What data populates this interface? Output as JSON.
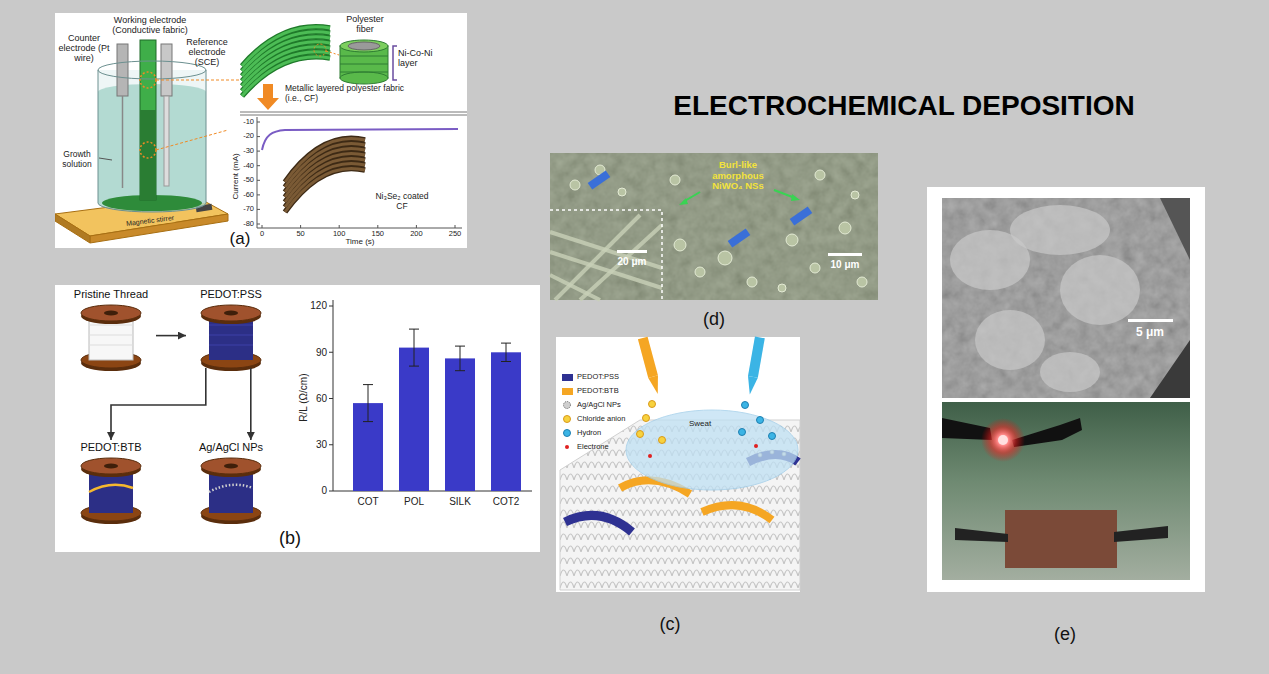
{
  "diagram": {
    "title": "ELECTROCHEMICAL DEPOSITION",
    "nodes": [
      {
        "text": [
          "(a)"
        ]
      },
      {
        "text": [
          "(b)"
        ]
      },
      {
        "text": [
          "(c)"
        ]
      },
      {
        "text": [
          "(d)"
        ]
      },
      {
        "text": [
          "(e)"
        ]
      },
      {
        "text": [
          "Pristine Thread"
        ],
        "in": 1
      },
      {
        "text": [
          "PEDOT:PSS"
        ],
        "in": 1
      },
      {
        "text": [
          "PEDOT:BTB"
        ],
        "in": 1
      },
      {
        "text": [
          "Ag/AgCl NPs"
        ],
        "in": 1
      }
    ],
    "edges": [
      {
        "from": 5,
        "to": 6,
        "arrow": "to"
      },
      {
        "from": 6,
        "to": 7,
        "arrow": "to"
      },
      {
        "from": 6,
        "to": 8,
        "arrow": "to"
      }
    ],
    "labels": [
      "Working electrode (Conductive fabric)",
      "Counter electrode (Pt wire)",
      "Reference electrode (SCE)",
      "Polyester fiber",
      "Ni-Co-Ni layer",
      "Metallic layered polyester fabric (i.e., CF)",
      "-10",
      "-20",
      "-30",
      "-40",
      "-50",
      "-60",
      "-70",
      "-80",
      "Current (mA)",
      "Growth solution",
      "Ni₃Se₂ coated CF",
      "Magnetic stirrer",
      "0",
      "50",
      "100",
      "150",
      "200",
      "250",
      "Time (s)",
      "120",
      "90",
      "60",
      "30",
      "0",
      "R/L (Ω/cm)",
      "COT",
      "POL",
      "SILK",
      "COT2",
      "Sweat",
      "Burl-like amorphous NiWO₄ NSs",
      "20 μm",
      "10 μm",
      "5 μm"
    ],
    "legend": [
      {
        "text": "PEDOT:PSS",
        "color": "#2e3192"
      },
      {
        "text": "PEDOT:BTB",
        "color": "#f5a623"
      },
      {
        "text": "Ag/AgCl NPs"
      },
      {
        "text": "Chloride anion"
      },
      {
        "text": "Hydron"
      },
      {
        "text": "Electrone"
      }
    ]
  }
}
